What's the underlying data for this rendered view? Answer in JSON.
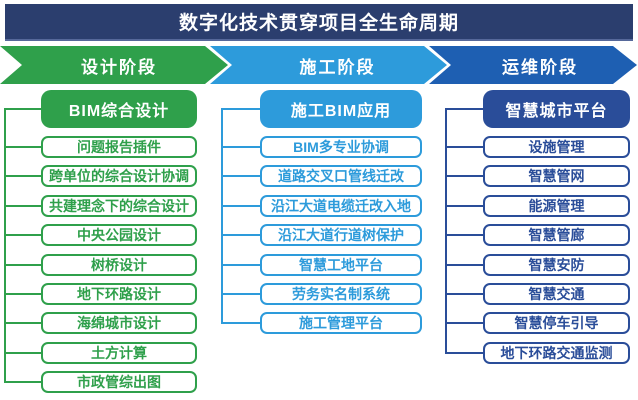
{
  "title": "数字化技术贯穿项目全生命周期",
  "colors": {
    "title_bar_navy": "#2B3E6E",
    "design_green": "#2FA04B",
    "construction_blue": "#2D9BDB",
    "operation_arrow_blue": "#1E5FB2",
    "operation_column_navy": "#2A4D99",
    "background": "#FFFFFF",
    "text_on_fill": "#FFFFFF"
  },
  "phases": [
    {
      "label": "设计阶段",
      "arrow_color": "#2FA04B",
      "column_color": "#2FA04B",
      "header": "BIM综合设计",
      "items": [
        "问题报告插件",
        "跨单位的综合设计协调",
        "共建理念下的综合设计",
        "中央公园设计",
        "树桥设计",
        "地下环路设计",
        "海绵城市设计",
        "土方计算",
        "市政管综出图"
      ]
    },
    {
      "label": "施工阶段",
      "arrow_color": "#2D9BDB",
      "column_color": "#2D9BDB",
      "header": "施工BIM应用",
      "items": [
        "BIM多专业协调",
        "道路交叉口管线迁改",
        "沿江大道电缆迁改入地",
        "沿江大道行道树保护",
        "智慧工地平台",
        "劳务实名制系统",
        "施工管理平台"
      ]
    },
    {
      "label": "运维阶段",
      "arrow_color": "#1E5FB2",
      "column_color": "#2A4D99",
      "header": "智慧城市平台",
      "items": [
        "设施管理",
        "智慧管网",
        "能源管理",
        "智慧管廊",
        "智慧安防",
        "智慧交通",
        "智慧停车引导",
        "地下环路交通监测"
      ]
    }
  ]
}
